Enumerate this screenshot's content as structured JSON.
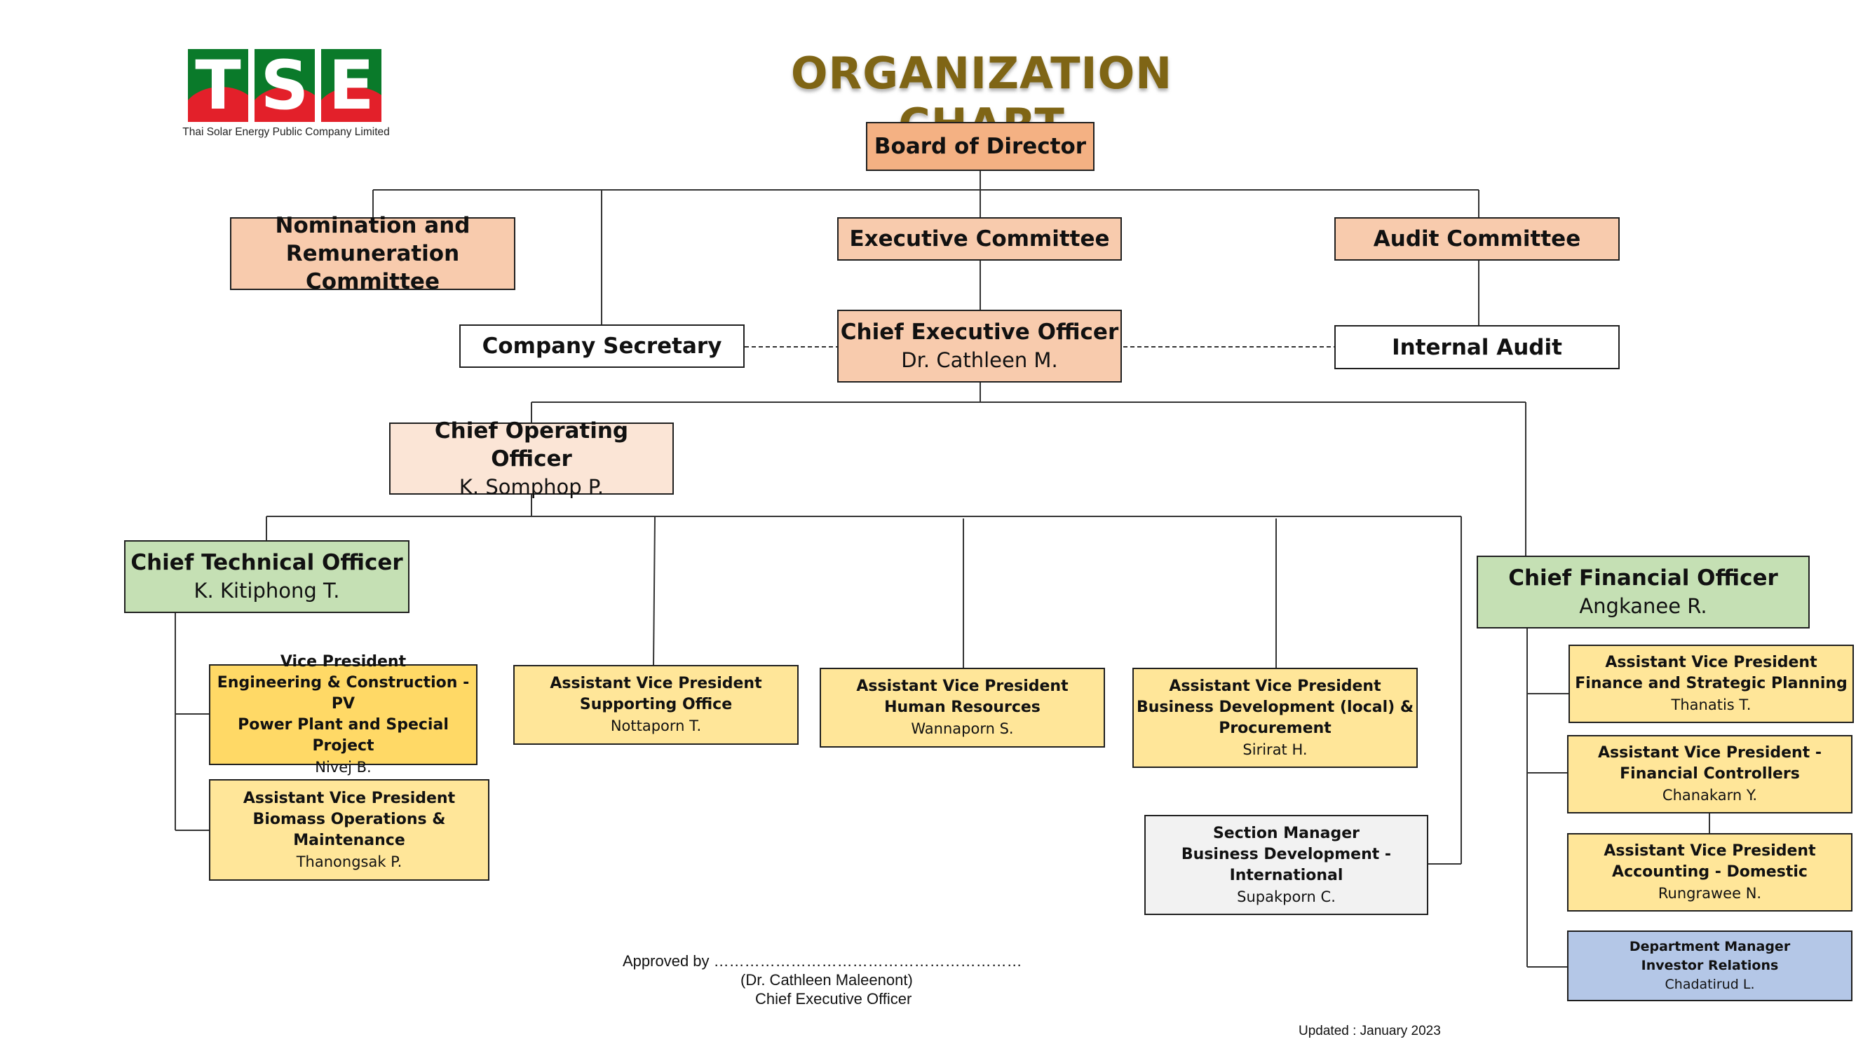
{
  "logo": {
    "letters": [
      "T",
      "S",
      "E"
    ],
    "company_name": "Thai Solar Energy Public Company Limited",
    "colors": {
      "green": "#0a7a2a",
      "red": "#e3202a"
    }
  },
  "title": "ORGANIZATION  CHART",
  "boxes": {
    "board": {
      "title": "Board of Director"
    },
    "nomination": {
      "title_line1": "Nomination and",
      "title_line2": "Remuneration Committee"
    },
    "executive_committee": {
      "title": "Executive Committee"
    },
    "audit_committee": {
      "title": "Audit Committee"
    },
    "company_secretary": {
      "title": "Company Secretary"
    },
    "ceo": {
      "title": "Chief Executive Officer",
      "name": "Dr. Cathleen M."
    },
    "internal_audit": {
      "title": "Internal Audit"
    },
    "coo": {
      "title": "Chief Operating Officer",
      "name": "K. Somphop P."
    },
    "cto": {
      "title": "Chief Technical Officer",
      "name": "K. Kitiphong T."
    },
    "cfo": {
      "title": "Chief Financial Officer",
      "name": "Angkanee R."
    },
    "vp_engineering": {
      "line1": "Vice President",
      "line2": "Engineering & Construction - PV",
      "line3": "Power Plant and Special Project",
      "name": "Nivej B."
    },
    "avp_biomass": {
      "line1": "Assistant Vice President",
      "line2": "Biomass Operations &",
      "line3": "Maintenance",
      "name": "Thanongsak P."
    },
    "avp_supporting": {
      "line1": "Assistant Vice President",
      "line2": "Supporting Office",
      "name": "Nottaporn T."
    },
    "avp_hr": {
      "line1": "Assistant Vice President",
      "line2": "Human Resources",
      "name": "Wannaporn S."
    },
    "avp_bizdev": {
      "line1": "Assistant Vice President",
      "line2": "Business Development (local) &",
      "line3": "Procurement",
      "name": "Sirirat H."
    },
    "sm_bizdev_intl": {
      "line1": "Section Manager",
      "line2": "Business Development -",
      "line3": "International",
      "name": "Supakporn C."
    },
    "avp_finance": {
      "line1": "Assistant Vice President",
      "line2": "Finance and Strategic Planning",
      "name": "Thanatis T."
    },
    "avp_fin_controllers": {
      "line1": "Assistant Vice President -",
      "line2": "Financial Controllers",
      "name": "Chanakarn Y."
    },
    "avp_accounting": {
      "line1": "Assistant Vice President",
      "line2": "Accounting - Domestic",
      "name": "Rungrawee N."
    },
    "dm_ir": {
      "line1": "Department Manager",
      "line2": "Investor Relations",
      "name": "Chadatirud L."
    }
  },
  "approval": {
    "approved_by": "Approved by ……………………………………………………",
    "name": "(Dr. Cathleen Maleenont)",
    "position": "Chief Executive Officer"
  },
  "updated": "Updated :  January 2023"
}
